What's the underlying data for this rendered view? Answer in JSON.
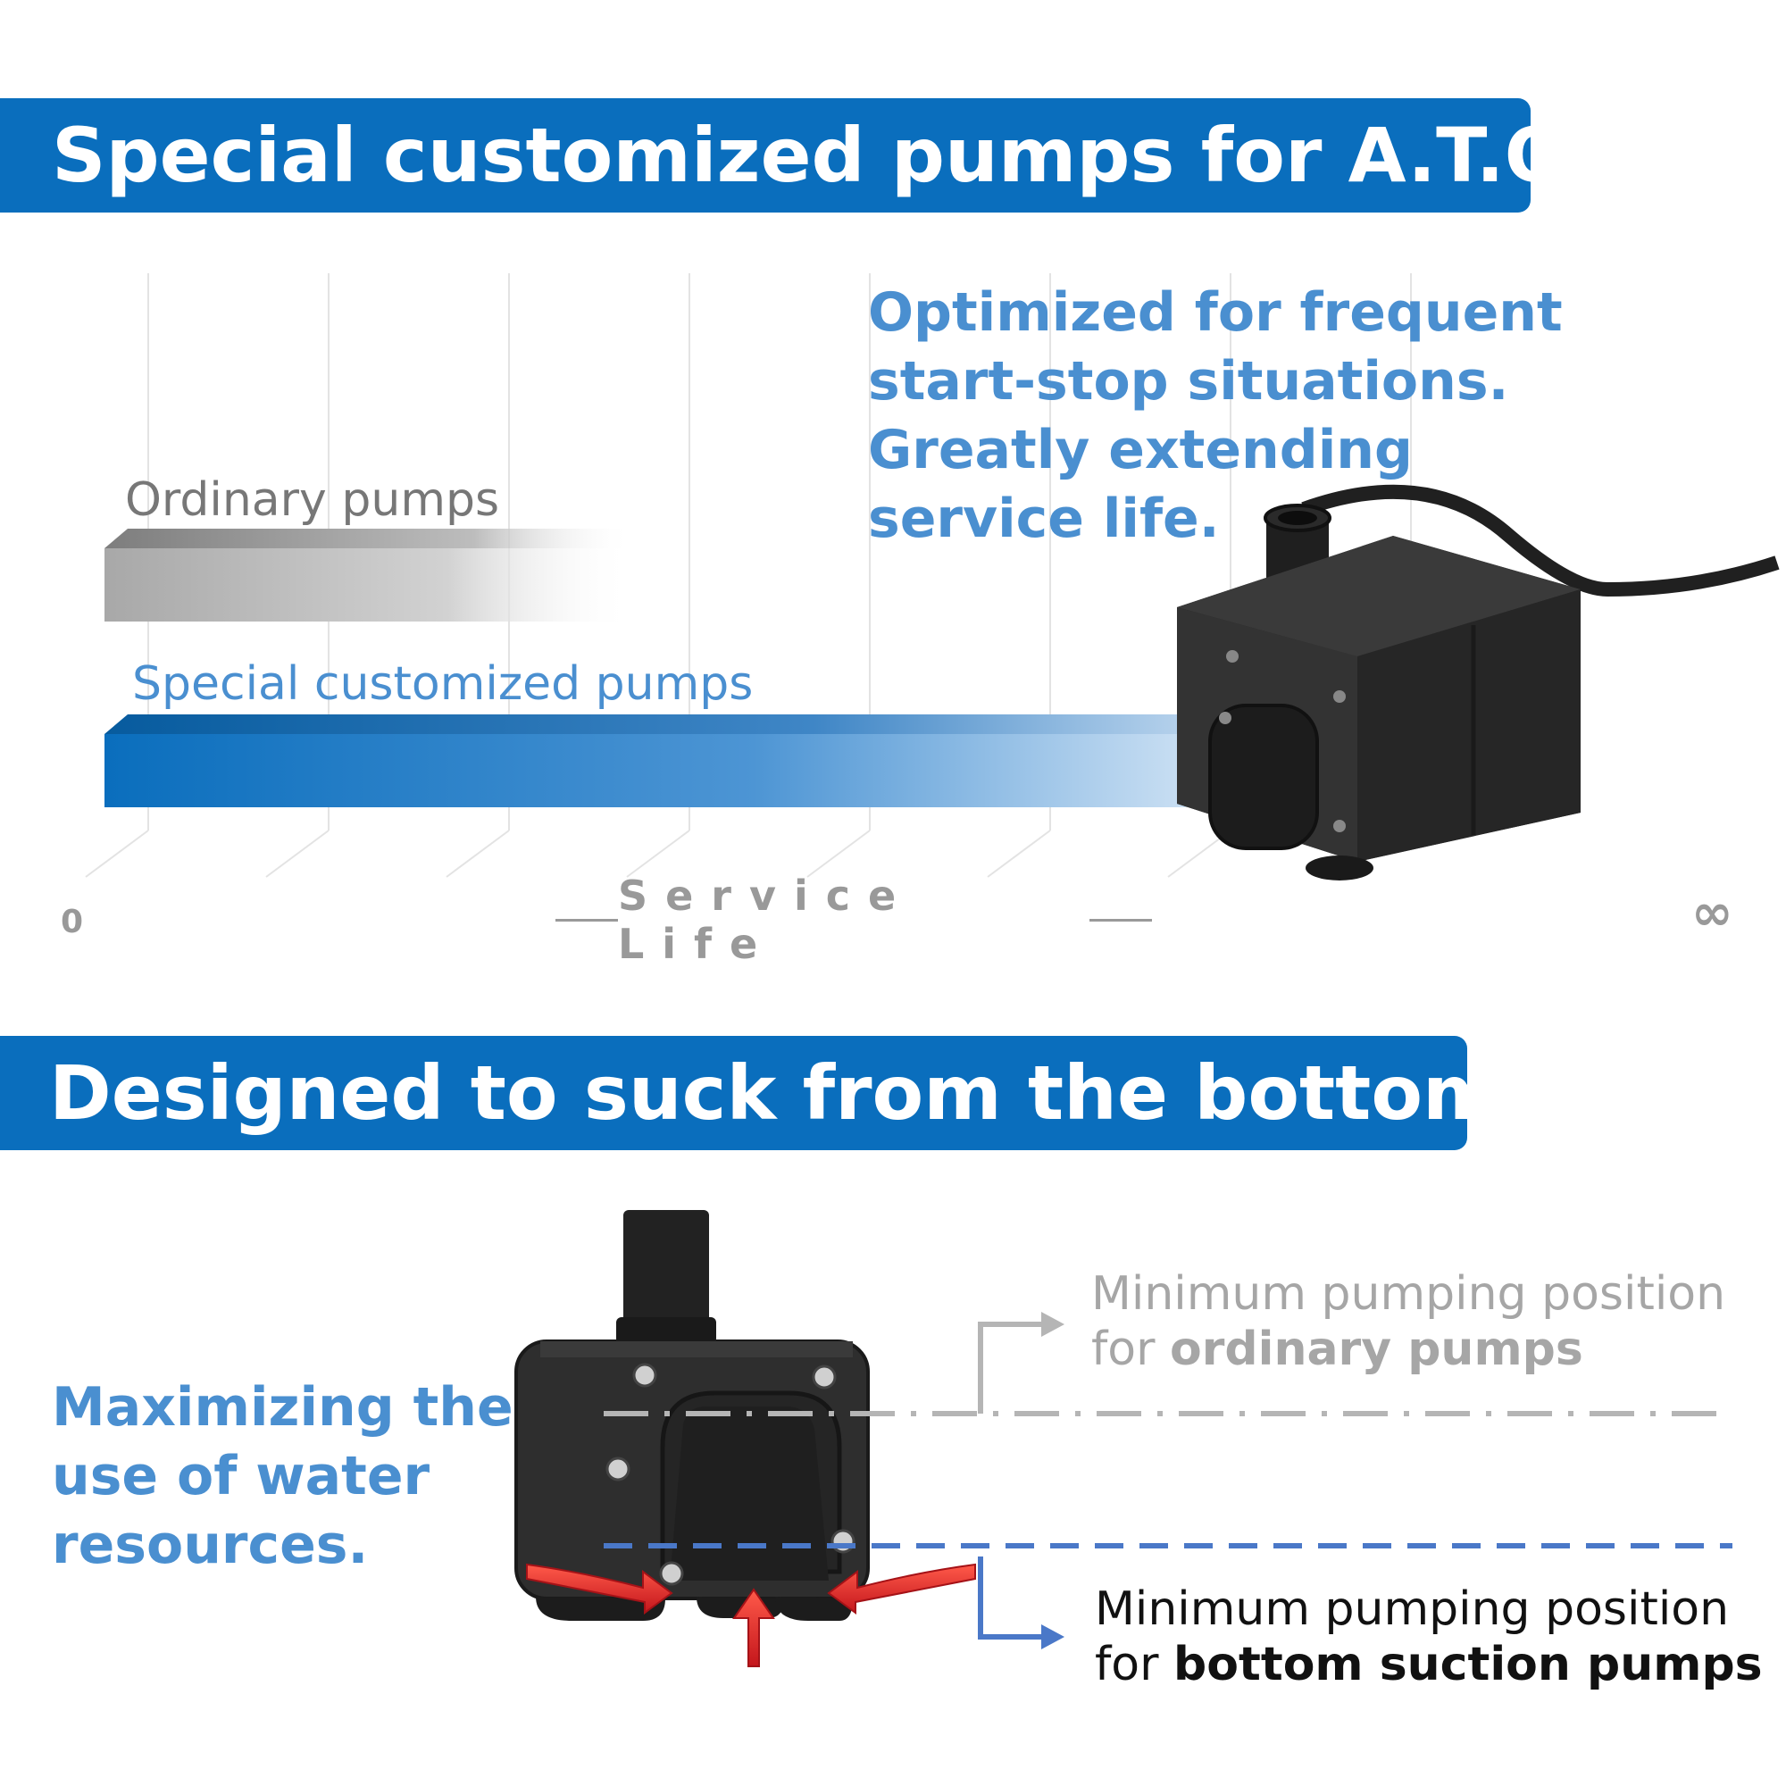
{
  "section1": {
    "title": "Special customized pumps for A.T.O.",
    "headline_lines": [
      "Optimized for frequent",
      "start-stop situations.",
      "Greatly extending",
      "service life."
    ],
    "bars": [
      {
        "label": "Ordinary pumps",
        "length_fraction": 0.34,
        "color": "#9a9a9a"
      },
      {
        "label": "Special customized pumps",
        "length_fraction": 0.76,
        "color": "#0a6ebd"
      }
    ],
    "axis": {
      "start_label": "0",
      "end_label": "∞",
      "title": "Service Life"
    }
  },
  "section2": {
    "title": "Designed to suck from the bottom",
    "headline_lines": [
      "Maximizing the",
      "use of water",
      "resources."
    ],
    "ordinary_position": {
      "line1": "Minimum pumping position",
      "line2_prefix": "for ",
      "line2_bold": "ordinary pumps",
      "color": "#a6a6a6"
    },
    "bottom_position": {
      "line1": "Minimum pumping position",
      "line2_prefix": "for ",
      "line2_bold": "bottom suction pumps",
      "color": "#4a78c8"
    }
  },
  "colors": {
    "brand_blue": "#0a6ebd",
    "accent_blue": "#4a8fd0",
    "arrow_red": "#e0322c",
    "pump_body": "#2b2b2b"
  }
}
